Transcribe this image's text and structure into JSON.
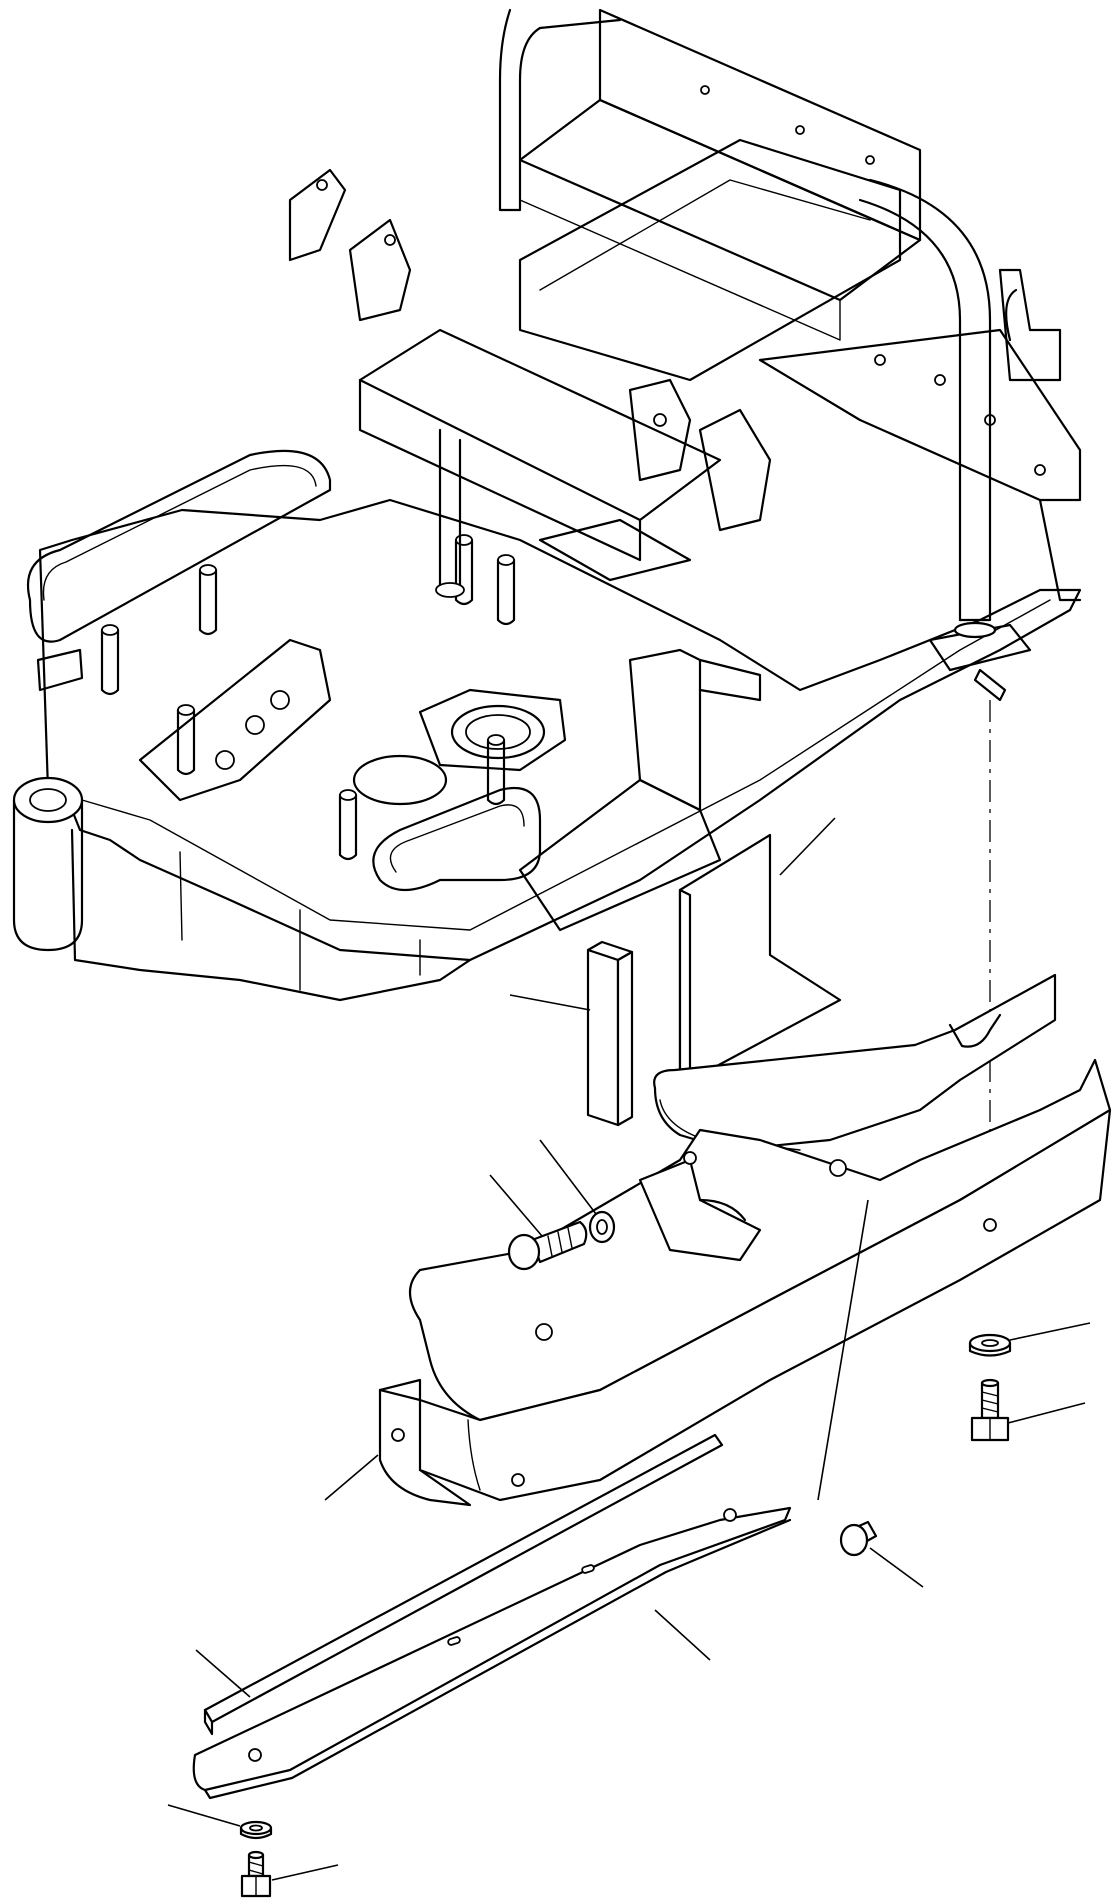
{
  "diagram": {
    "style": "exploded parts line drawing",
    "stroke_color": "#000000",
    "background_color": "#ffffff",
    "parts": [
      {
        "id": "upper-revolving-frame",
        "icon": "frame-icon"
      },
      {
        "id": "rops-guard-bar",
        "icon": "guard-bar-icon"
      },
      {
        "id": "foam-seal-pad",
        "icon": "pad-icon"
      },
      {
        "id": "rubber-block",
        "icon": "block-icon"
      },
      {
        "id": "counterweight",
        "icon": "counterweight-icon"
      },
      {
        "id": "washer-side",
        "icon": "washer-icon"
      },
      {
        "id": "bolt-side",
        "icon": "bolt-icon"
      },
      {
        "id": "washer-right",
        "icon": "washer-icon"
      },
      {
        "id": "bolt-right",
        "icon": "bolt-icon"
      },
      {
        "id": "plug",
        "icon": "plug-icon"
      },
      {
        "id": "seal-strip",
        "icon": "strip-icon"
      },
      {
        "id": "under-cover-plate",
        "icon": "plate-icon"
      },
      {
        "id": "washer-bottom",
        "icon": "washer-icon"
      },
      {
        "id": "bolt-bottom",
        "icon": "bolt-icon"
      }
    ],
    "callouts": [
      {
        "id": "leader-pad"
      },
      {
        "id": "leader-block"
      },
      {
        "id": "leader-washer-side"
      },
      {
        "id": "leader-bolt-side"
      },
      {
        "id": "leader-washer-right"
      },
      {
        "id": "leader-bolt-right"
      },
      {
        "id": "leader-counterweight"
      },
      {
        "id": "leader-plug"
      },
      {
        "id": "leader-strip"
      },
      {
        "id": "leader-plate"
      },
      {
        "id": "leader-washer-bottom"
      },
      {
        "id": "leader-bolt-bottom"
      }
    ]
  }
}
